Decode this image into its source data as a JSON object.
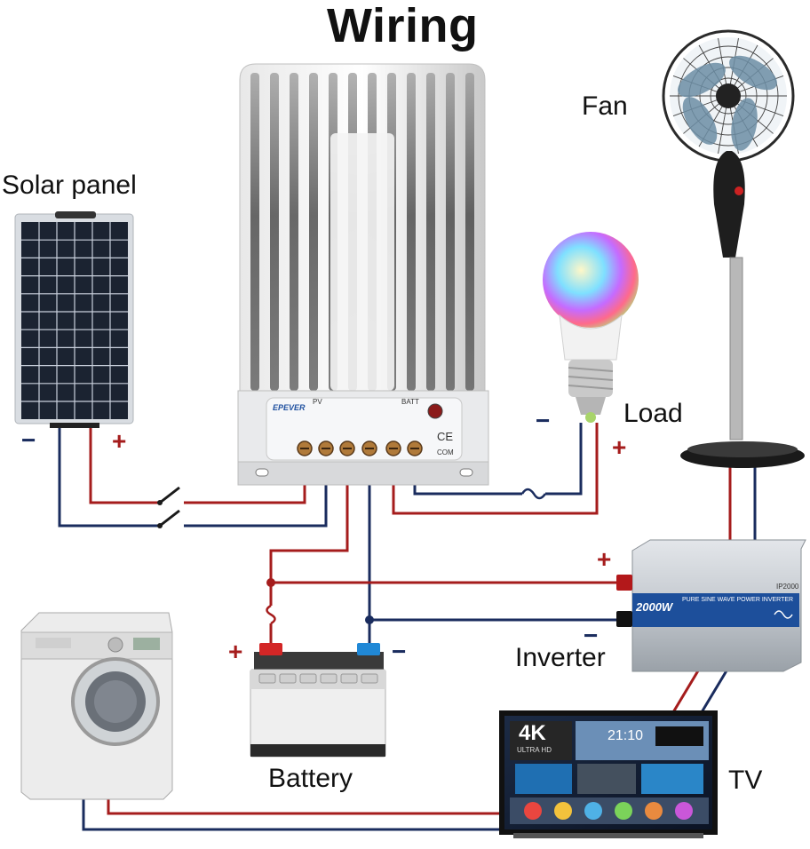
{
  "title": "Wiring",
  "labels": {
    "solar_panel": "Solar panel",
    "fan": "Fan",
    "load": "Load",
    "inverter": "Inverter",
    "battery": "Battery",
    "tv": "TV"
  },
  "signs": {
    "plus": "+",
    "minus": "−"
  },
  "controller": {
    "brand": "EPEVER",
    "pv_label": "PV",
    "batt_label": "BATT",
    "ce_mark": "CE",
    "com_label": "COM"
  },
  "inverter": {
    "model": "IP2000",
    "power": "2000W",
    "description": "PURE SINE WAVE POWER INVERTER"
  },
  "tv": {
    "badge": "4K",
    "badge_sub": "ULTRA HD",
    "clock": "21:10"
  },
  "colors": {
    "positive_wire": "#a51c1c",
    "negative_wire": "#1a2c5e"
  },
  "icons": [
    "switch-icon",
    "fuse-icon",
    "sine-wave-icon"
  ]
}
